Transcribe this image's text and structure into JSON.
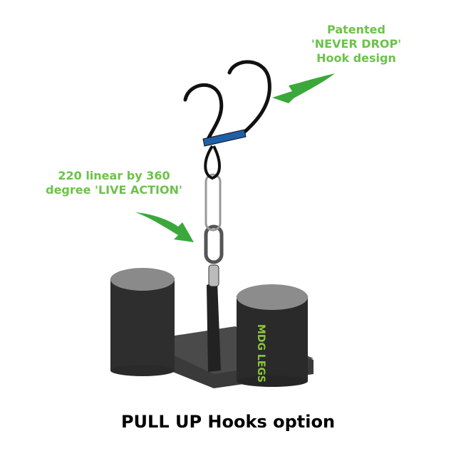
{
  "callouts": [
    {
      "lines": [
        "Patented",
        "'NEVER DROP'",
        "Hook design"
      ]
    },
    {
      "lines": [
        "220 linear by 360",
        "degree 'LIVE ACTION'"
      ]
    }
  ],
  "caption": "PULL UP Hooks option",
  "logo_text": "MDG LEGS",
  "colors": {
    "callout_text": "#6cc24a",
    "arrow": "#3aa83a",
    "hook_sleeve": "#1f5fa8",
    "product": "#2b2b2b"
  }
}
